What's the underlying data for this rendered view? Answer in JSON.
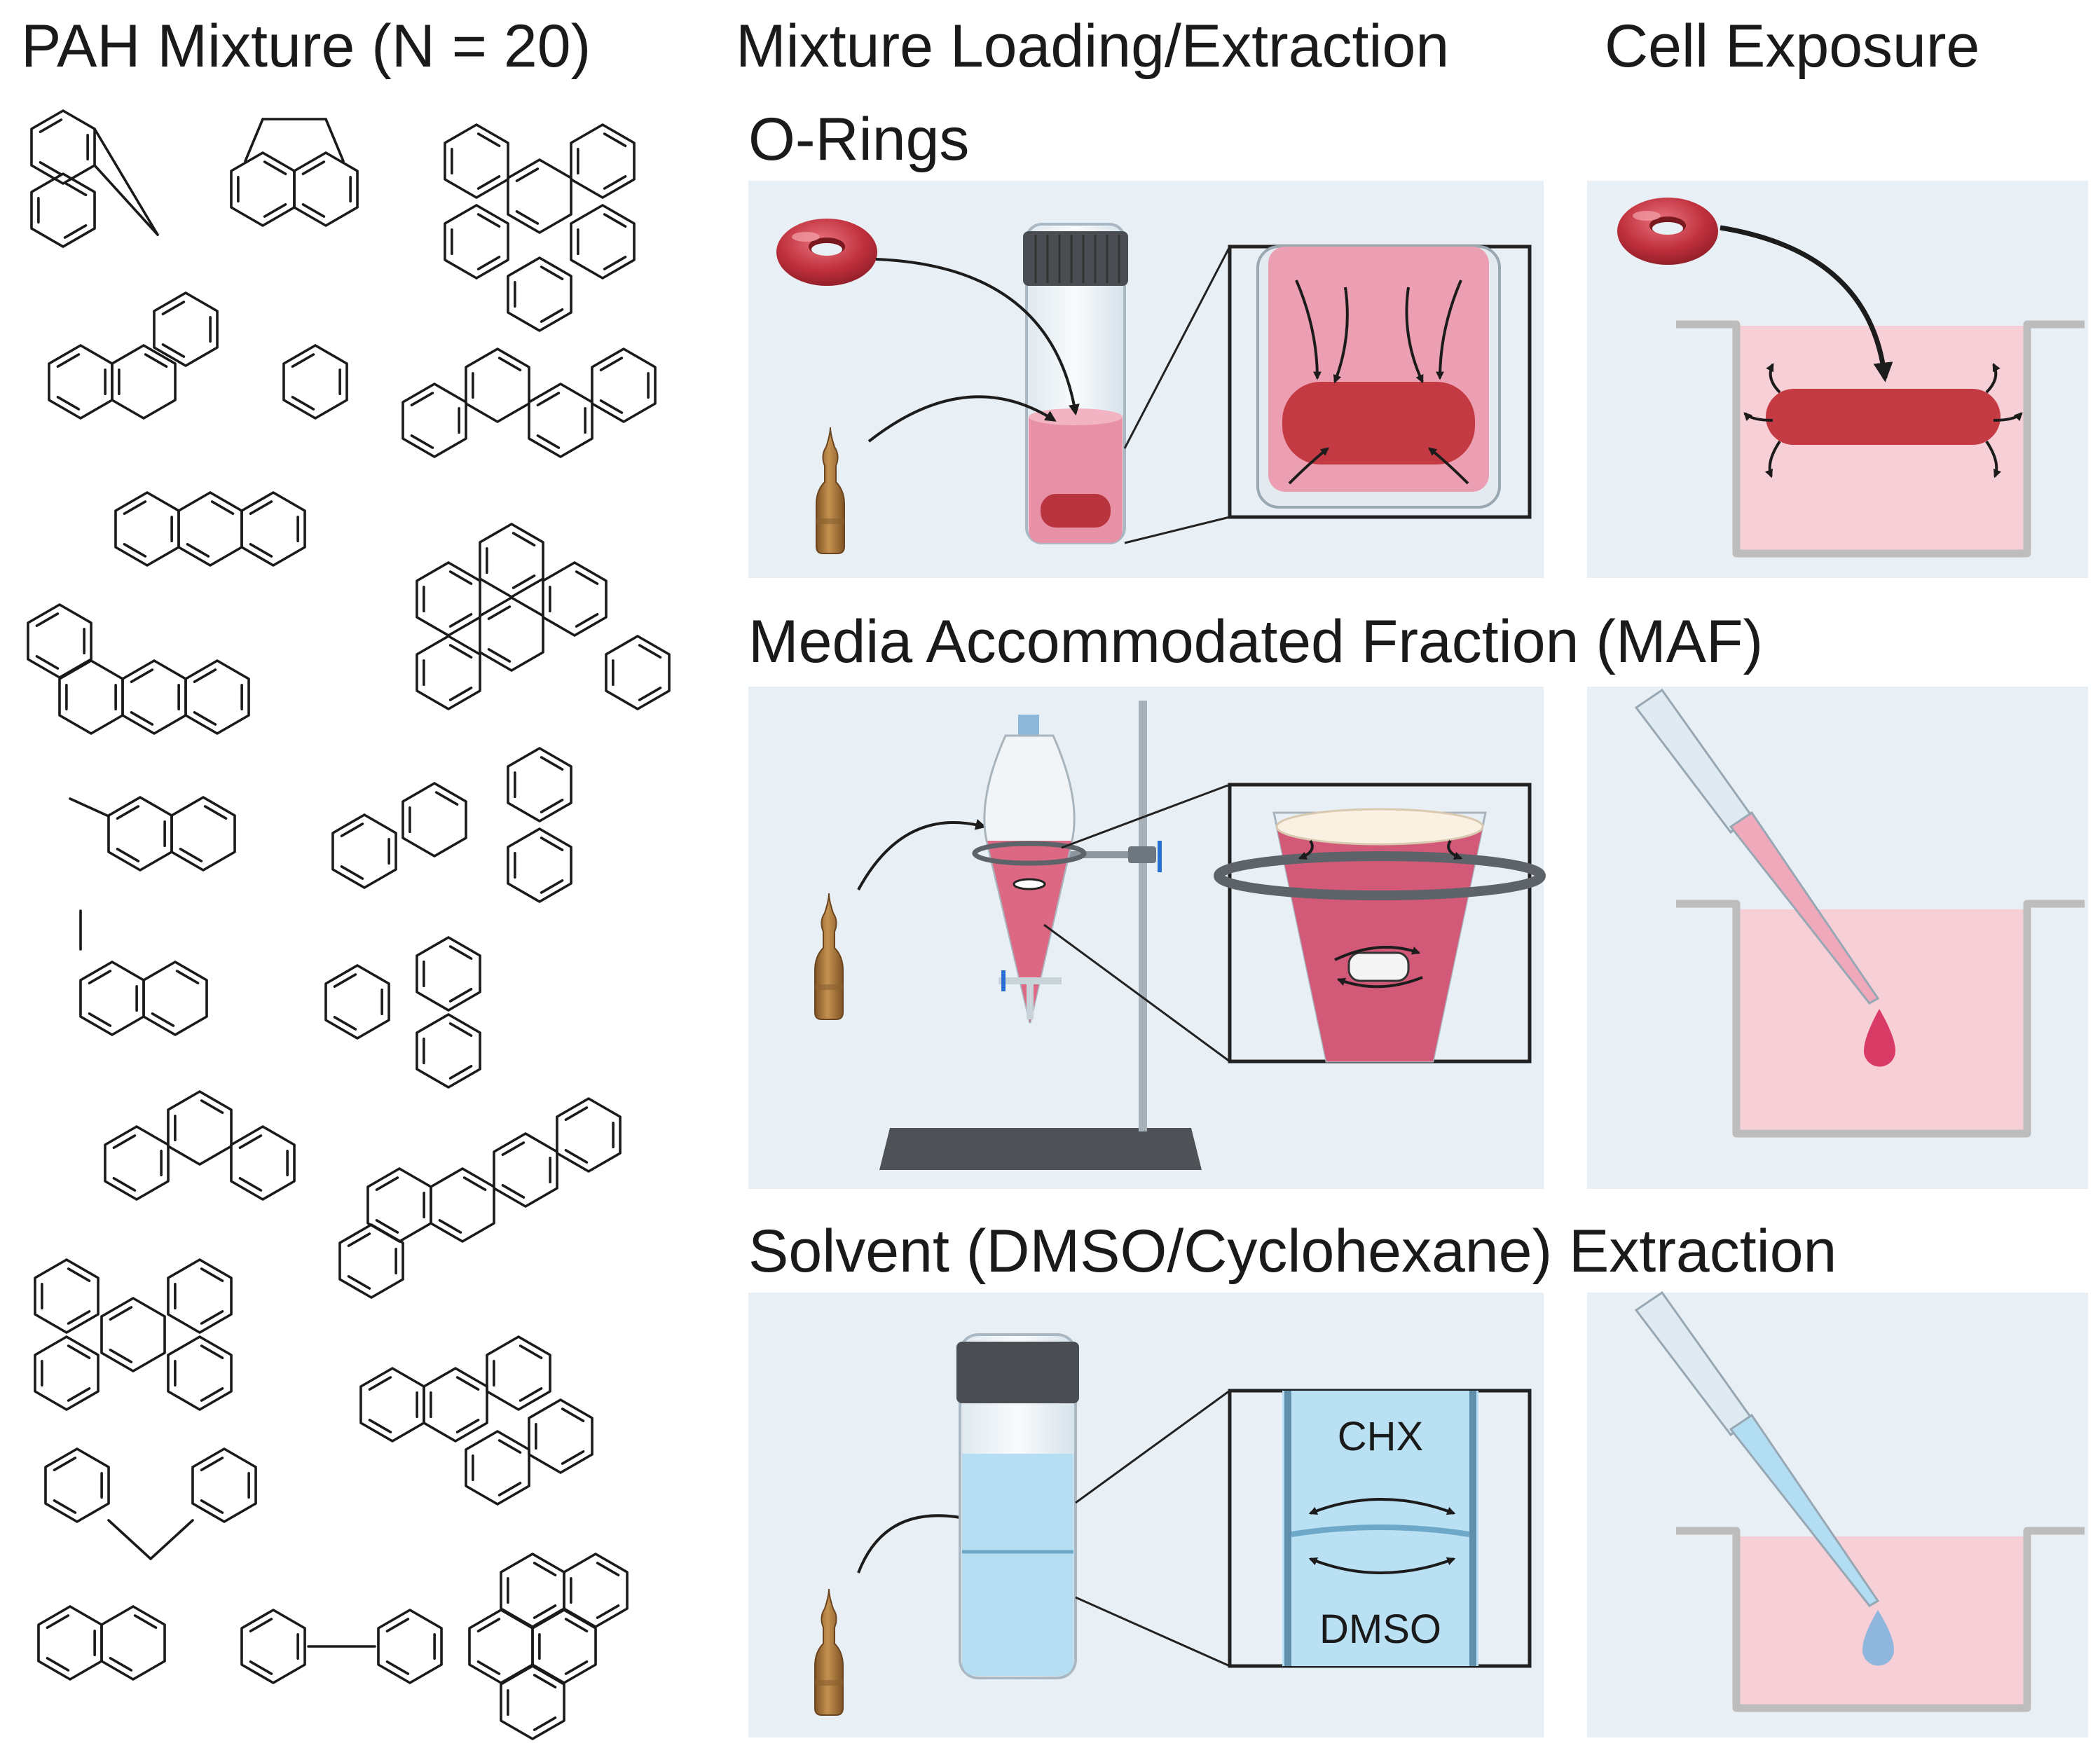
{
  "headers": {
    "pah_mixture": "PAH Mixture (N = 20)",
    "loading_extraction": "Mixture Loading/Extraction",
    "cell_exposure": "Cell Exposure"
  },
  "rows": {
    "orings": {
      "title": "O-Rings"
    },
    "maf": {
      "title": "Media Accommodated Fraction (MAF)"
    },
    "solvent": {
      "title": "Solvent (DMSO/Cyclohexane) Extraction"
    }
  },
  "solvent_zoom": {
    "top_label": "CHX",
    "bottom_label": "DMSO"
  },
  "colors": {
    "oring": "#c0303c",
    "media_pink": "#f4c6cf",
    "maf_liquid": "#d65a78",
    "solvent_blue": "#aed9ef",
    "ampoule": "#a8763e",
    "panel_bg": "#e9f0f5"
  },
  "icons": [
    "o-ring-icon",
    "ampoule-icon",
    "vial-icon",
    "separatory-funnel-icon",
    "ring-stand-icon",
    "pipette-icon",
    "culture-well-icon",
    "droplet-icon"
  ]
}
